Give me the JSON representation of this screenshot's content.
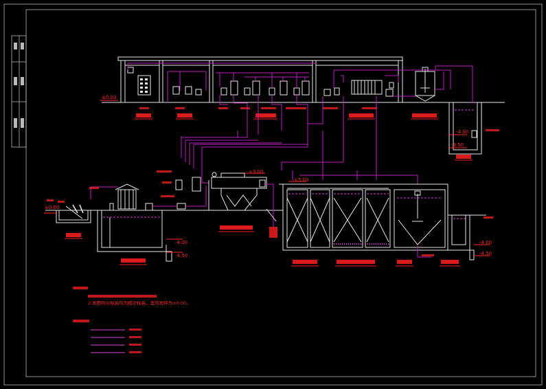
{
  "labels": {
    "elev_000": "±0.00",
    "elev_top": "+3.00",
    "elev_pool": "±5.00",
    "elev_neg400_a": "-4.00",
    "elev_neg450_a": "-4.50",
    "elev_neg400_b": "-4.00",
    "elev_neg450_b": "-4.50",
    "elev_sludge_a": "-4.00",
    "elev_sludge_b": "-4.50",
    "elev_left": "±0.00"
  },
  "note_text": {
    "line1": "2.本图所示标高均为相对标高，室内地坪为±0.00。"
  },
  "colors": {
    "background": "#000000",
    "outline": "#e8e8e8",
    "pipe": "#c020c0",
    "label": "#ff2020"
  }
}
